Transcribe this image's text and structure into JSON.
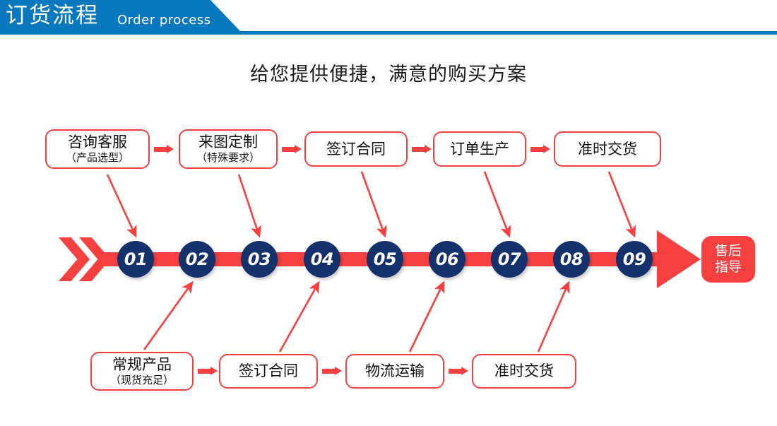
{
  "header": {
    "title_cn": "订货流程",
    "title_en": "Order process",
    "band_color": "#0a78bf"
  },
  "subtitle": "给您提供便捷，满意的购买方案",
  "colors": {
    "red": "#f5403f",
    "navy": "#14316b",
    "blue": "#0a78bf"
  },
  "top_row": [
    {
      "line1": "咨询客服",
      "line2": "（产品选型）"
    },
    {
      "line1": "来图定制",
      "line2": "（特殊要求）"
    },
    {
      "line1": "签订合同",
      "line2": ""
    },
    {
      "line1": "订单生产",
      "line2": ""
    },
    {
      "line1": "准时交货",
      "line2": ""
    }
  ],
  "bottom_row": [
    {
      "line1": "常规产品",
      "line2": "（现货充足）"
    },
    {
      "line1": "签订合同",
      "line2": ""
    },
    {
      "line1": "物流运输",
      "line2": ""
    },
    {
      "line1": "准时交货",
      "line2": ""
    }
  ],
  "timeline": {
    "nodes": [
      "01",
      "02",
      "03",
      "04",
      "05",
      "06",
      "07",
      "08",
      "09"
    ],
    "end_box": {
      "line1": "售后",
      "line2": "指导"
    }
  }
}
